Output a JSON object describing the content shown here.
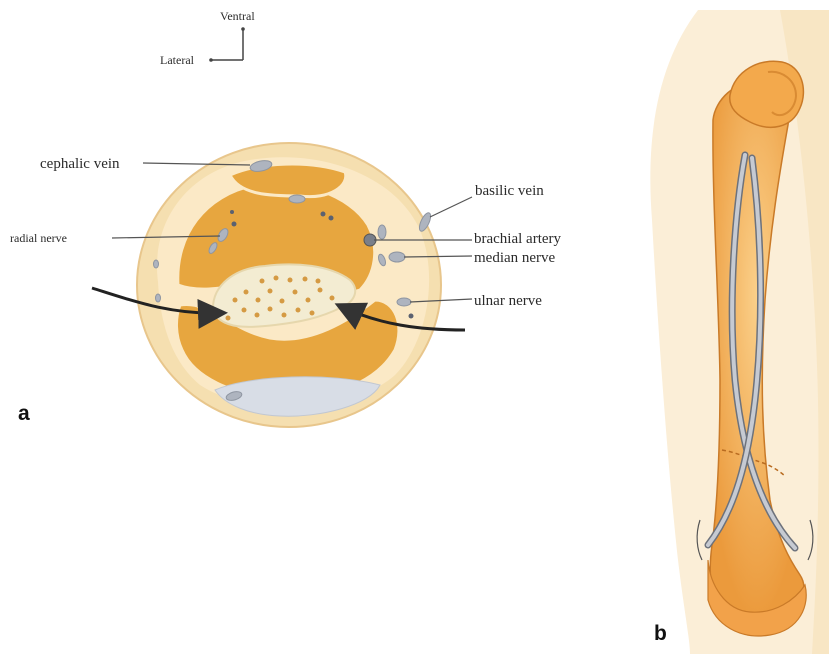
{
  "orientation": {
    "vertical": "Ventral",
    "horizontal": "Lateral"
  },
  "labels": {
    "cephalic_vein": "cephalic vein",
    "basilic_vein": "basilic vein",
    "radial_nerve": "radial nerve",
    "brachial_artery": "brachial artery",
    "median_nerve": "median nerve",
    "ulnar_nerve": "ulnar nerve"
  },
  "panels": {
    "a": "a",
    "b": "b"
  },
  "colors": {
    "skin": "#f5dfb0",
    "muscle": "#e7a63f",
    "fascia": "#fbe9c6",
    "bone": "#f3ecd2",
    "vessel": "#aeb4bf",
    "bone_long": "#f2a64a"
  }
}
